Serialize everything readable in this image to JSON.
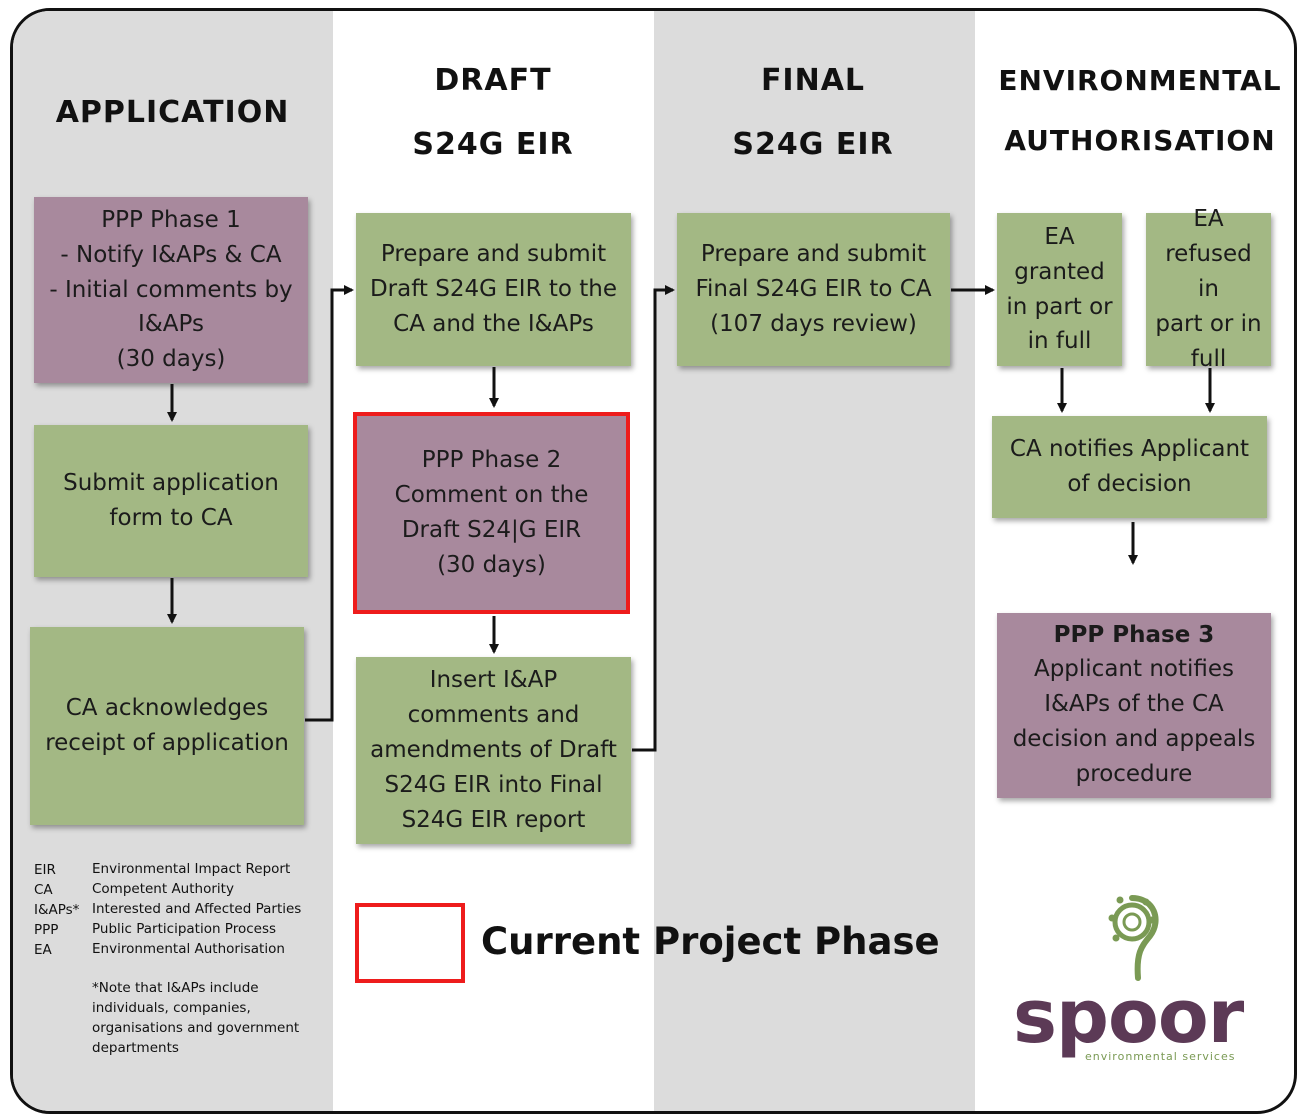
{
  "headers": {
    "application": "APPLICATION",
    "draft_line1": "DRAFT",
    "draft_line2": "S24G EIR",
    "final_line1": "FINAL",
    "final_line2": "S24G EIR",
    "ea_line1": "ENVIRONMENTAL",
    "ea_line2": "AUTHORISATION"
  },
  "boxes": {
    "ppp_phase1": "PPP Phase 1\n- Notify I&APs & CA\n- Initial comments by\nI&APs\n(30 days)",
    "submit_application": "Submit application\nform to CA",
    "ca_acknowledges": "CA acknowledges\nreceipt of application",
    "prepare_draft": "Prepare and submit\nDraft S24G EIR to the\nCA and the I&APs",
    "ppp_phase2": "PPP Phase 2\nComment on the\nDraft S24|G EIR\n(30 days)",
    "insert_comments": "Insert I&AP\ncomments and\namendments of Draft\nS24G EIR into Final\nS24G EIR report",
    "prepare_final": "Prepare and submit\nFinal S24G EIR to CA\n(107 days review)",
    "ea_granted": "EA\ngranted\nin part or\nin full",
    "ea_refused": "EA\nrefused in\npart or in\nfull",
    "ca_notifies": "CA notifies Applicant\nof decision",
    "ppp_phase3_title": "PPP Phase 3",
    "ppp_phase3_body": "Applicant notifies\nI&APs of the CA\ndecision and appeals\nprocedure"
  },
  "legend": {
    "abbreviations": "EIR\nCA\nI&APs*\nPPP\nEA",
    "definitions": "Environmental Impact Report\nCompetent Authority\nInterested and Affected Parties\nPublic Participation Process\nEnvironmental Authorisation",
    "note": "*Note that I&APs include\nindividuals, companies,\norganisations and government\ndepartments",
    "current_phase_label": "Current Project Phase"
  },
  "logo": {
    "wordmark": "spoor",
    "tagline": "environmental services"
  },
  "colors": {
    "band_grey": "#dcdcdc",
    "box_green": "#a3b884",
    "box_purple": "#a8899d",
    "highlight_red": "#ee1c1c",
    "logo_purple": "#5c3a56",
    "logo_green": "#7a9a54"
  }
}
